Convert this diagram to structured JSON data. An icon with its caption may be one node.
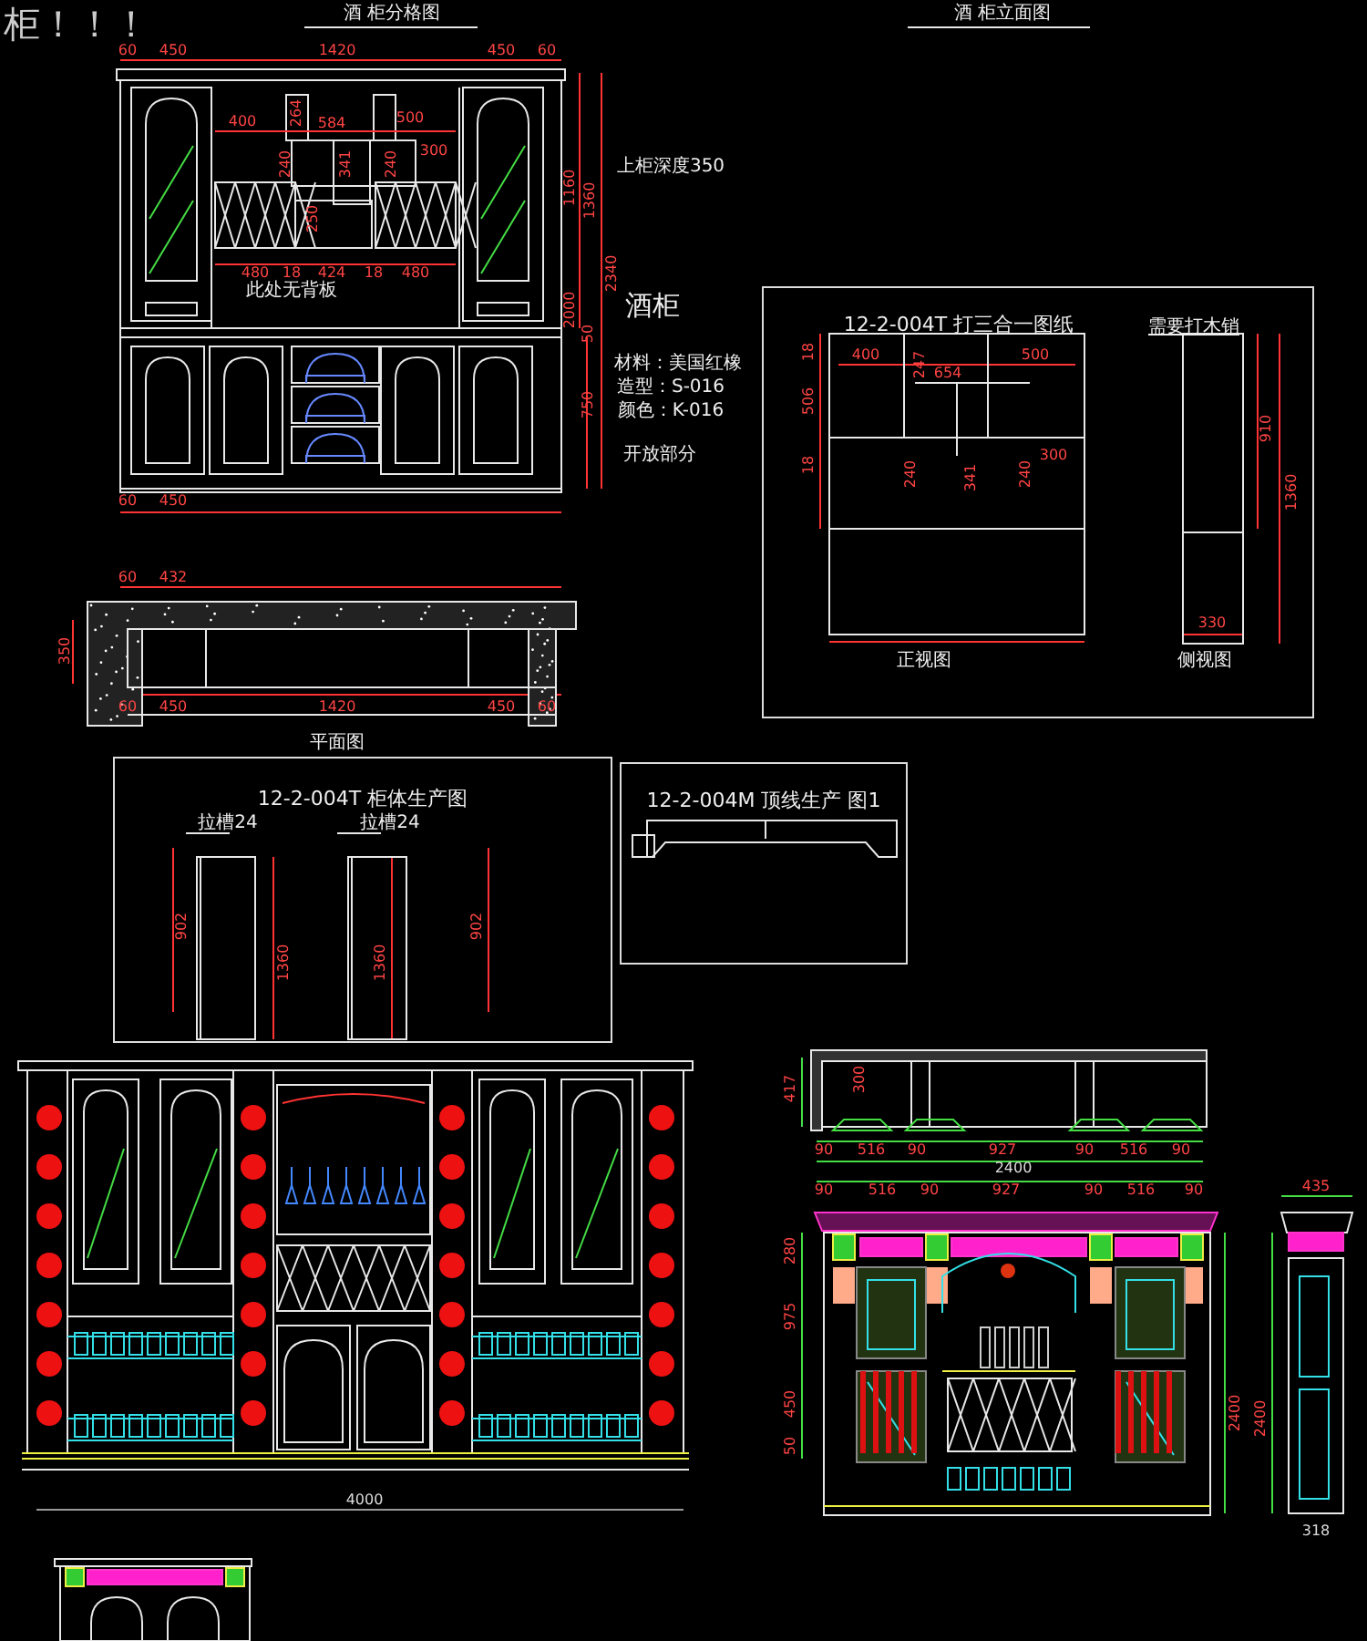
{
  "diagram": {
    "nodes": [
      {
        "text": [
          "12-2-004T 打三合一图纸",
          "需要打木销",
          "正视图",
          "侧视图"
        ]
      },
      {
        "text": [
          "12-2-004T 柜体生产图"
        ]
      },
      {
        "text": [
          "12-2-004M 顶线生产 图1"
        ]
      }
    ],
    "labels": [
      "柜！！！",
      "酒 柜分格图",
      "酒 柜立面图",
      "60",
      "450",
      "1420",
      "450",
      "60",
      "400",
      "264",
      "584",
      "500",
      "300",
      "240",
      "341",
      "240",
      "250",
      "480",
      "18",
      "424",
      "18",
      "480",
      "此处无背板",
      "上柜深度350",
      "1160",
      "1360",
      "2000",
      "2340",
      "50",
      "750",
      "酒柜",
      "材料：美国红橡",
      "造型：S-016",
      "颜色：K-016",
      "开放部分",
      "60",
      "450",
      "60",
      "432",
      "350",
      "60",
      "450",
      "1420",
      "450",
      "60",
      "平面图",
      "18",
      "506",
      "18",
      "400",
      "247",
      "654",
      "500",
      "240",
      "341",
      "240",
      "300",
      "910",
      "1360",
      "330",
      "拉槽24",
      "拉槽24",
      "902",
      "1360",
      "1360",
      "902",
      "4000",
      "417",
      "300",
      "90",
      "516",
      "90",
      "927",
      "90",
      "516",
      "90",
      "2400",
      "90",
      "516",
      "90",
      "927",
      "90",
      "516",
      "90",
      "435",
      "280",
      "975",
      "450",
      "50",
      "2400",
      "2400",
      "318"
    ]
  }
}
